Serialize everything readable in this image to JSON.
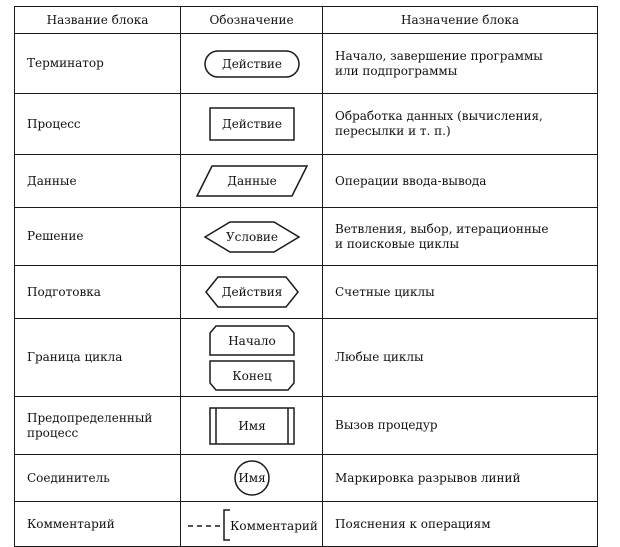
{
  "headers": {
    "name": "Название блока",
    "symbol": "Обозначение",
    "purpose": "Назначение блока"
  },
  "rows": [
    {
      "name": "Терминатор",
      "symbol_label": "Действие",
      "purpose_lines": [
        "Начало, завершение программы",
        "или подпрограммы"
      ]
    },
    {
      "name": "Процесс",
      "symbol_label": "Действие",
      "purpose_lines": [
        "Обработка данных (вычисления,",
        "пересылки и т. п.)"
      ]
    },
    {
      "name": "Данные",
      "symbol_label": "Данные",
      "purpose_lines": [
        "Операции ввода-вывода"
      ]
    },
    {
      "name": "Решение",
      "symbol_label": "Условие",
      "purpose_lines": [
        "Ветвления, выбор, итерационные",
        "и поисковые циклы"
      ]
    },
    {
      "name": "Подготовка",
      "symbol_label": "Действия",
      "purpose_lines": [
        "Счетные циклы"
      ]
    },
    {
      "name": "Граница цикла",
      "symbol_label_top": "Начало",
      "symbol_label_bottom": "Конец",
      "purpose_lines": [
        "Любые циклы"
      ]
    },
    {
      "name_lines": [
        "Предопределенный",
        "процесс"
      ],
      "symbol_label": "Имя",
      "purpose_lines": [
        "Вызов процедур"
      ]
    },
    {
      "name": "Соединитель",
      "symbol_label": "Имя",
      "purpose_lines": [
        "Маркировка разрывов линий"
      ]
    },
    {
      "name": "Комментарий",
      "symbol_label": "Комментарий",
      "purpose_lines": [
        "Пояснения к операциям"
      ]
    }
  ]
}
